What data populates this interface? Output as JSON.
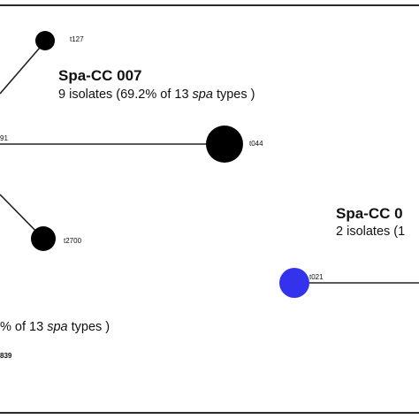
{
  "colors": {
    "node_default": "#000000",
    "node_highlight": "#3333ee",
    "edge": "#222222"
  },
  "nodes": [
    {
      "label": "t127"
    },
    {
      "label": "t044"
    },
    {
      "label": "t2700"
    },
    {
      "label": "t021"
    },
    {
      "label": "91"
    },
    {
      "label": "839"
    }
  ],
  "clusters": [
    {
      "title": "Spa-CC 007",
      "summary_prefix": "9 isolates (69.2% of 13 ",
      "summary_spa": "spa",
      "summary_suffix": " types )"
    },
    {
      "title": "Spa-CC 0",
      "summary_prefix": "2 isolates (1"
    },
    {
      "summary_prefix": "% of 13 ",
      "summary_spa": "spa",
      "summary_suffix": " types )"
    }
  ]
}
